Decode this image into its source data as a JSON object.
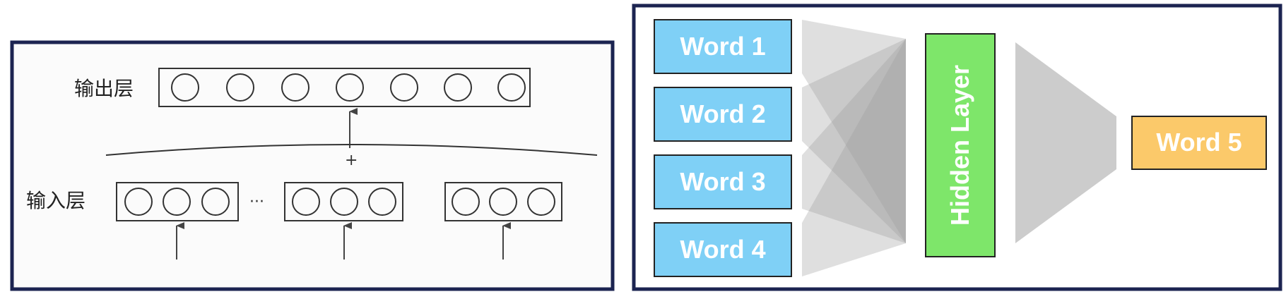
{
  "left_panel": {
    "output_layer_label": "输出层",
    "input_layer_label": "输入层",
    "ellipsis": "···",
    "plus": "+"
  },
  "right_panel": {
    "inputs": [
      "Word 1",
      "Word 2",
      "Word 3",
      "Word 4"
    ],
    "hidden_layer": "Hidden Layer",
    "output": "Word 5"
  },
  "colors": {
    "frame": "#1c2451",
    "input_box": "#7fd0f6",
    "hidden_box": "#7ee66a",
    "output_box": "#fbc96a",
    "fan": "#9a9a9a",
    "line": "#222222"
  },
  "icons": [
    "neuron-circle",
    "up-arrow"
  ]
}
